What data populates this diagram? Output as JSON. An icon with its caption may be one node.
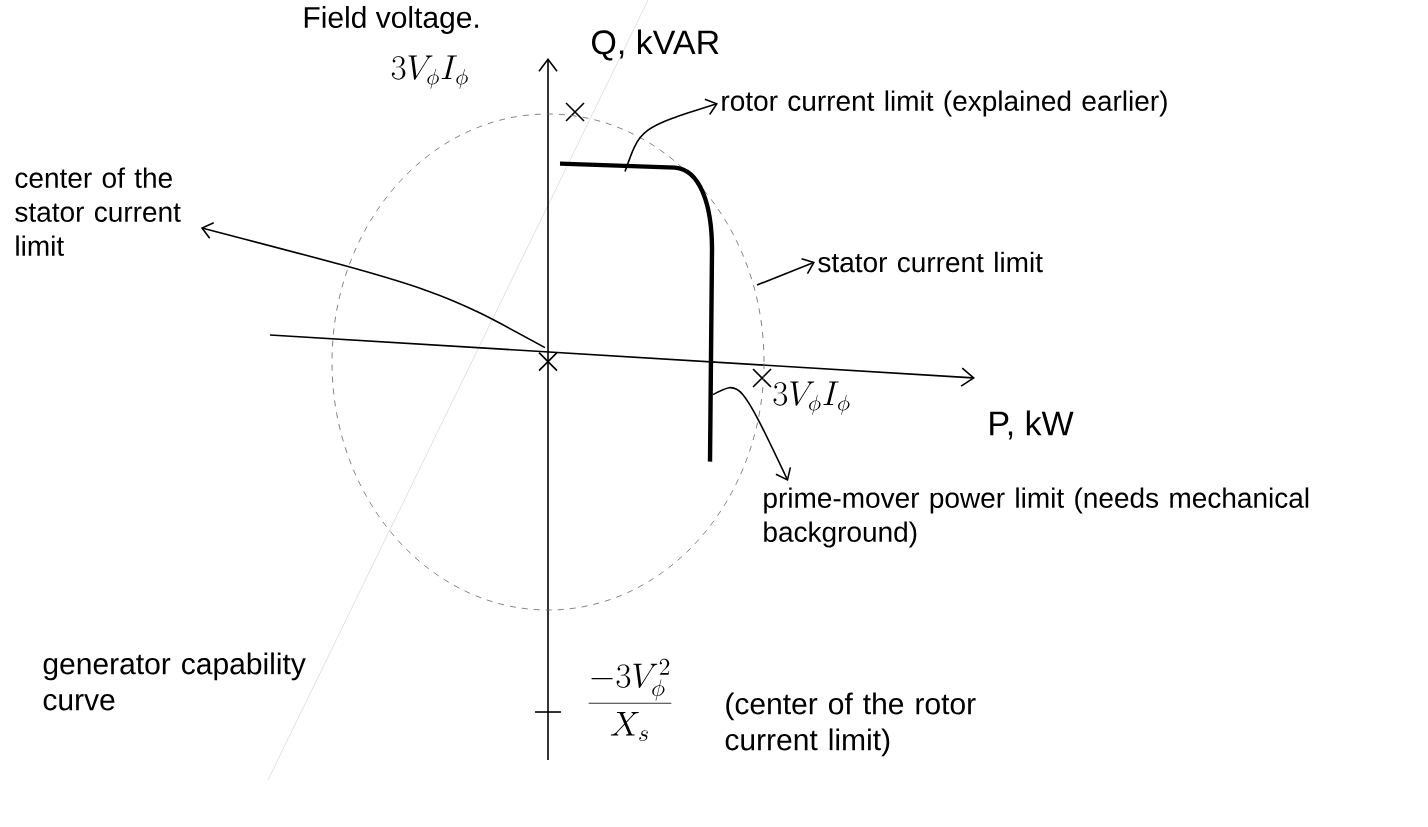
{
  "diagram": {
    "nodes": [
      {
        "text": [
          "rotor current limit (explained earlier)"
        ]
      },
      {
        "text": [
          "stator current limit"
        ]
      },
      {
        "text": [
          "center of the stator current limit"
        ]
      },
      {
        "text": [
          "prime-mover power limit (needs mechanical background)"
        ]
      },
      {
        "text": [],
        "shape": "circle"
      },
      {
        "text": [],
        "shape": "curve",
        "in": 4
      },
      {
        "text": [],
        "shape": "cross",
        "in": 4
      }
    ],
    "edges": [
      {
        "from": 5,
        "to": 0,
        "arrow": "to"
      },
      {
        "from": 4,
        "to": 1,
        "arrow": "to"
      },
      {
        "from": 6,
        "to": 2,
        "arrow": "to"
      },
      {
        "from": 5,
        "to": 3,
        "arrow": "to"
      }
    ],
    "labels": [
      "Field voltage.",
      "Q, kVAR",
      "3V_\\phi I_\\phi",
      "3V_\\phi I_\\phi",
      "P, kW",
      "generator capability curve",
      "\\frac{-3V_\\phi^{2}}{X_s}",
      "(center of the rotor current limit)"
    ]
  }
}
